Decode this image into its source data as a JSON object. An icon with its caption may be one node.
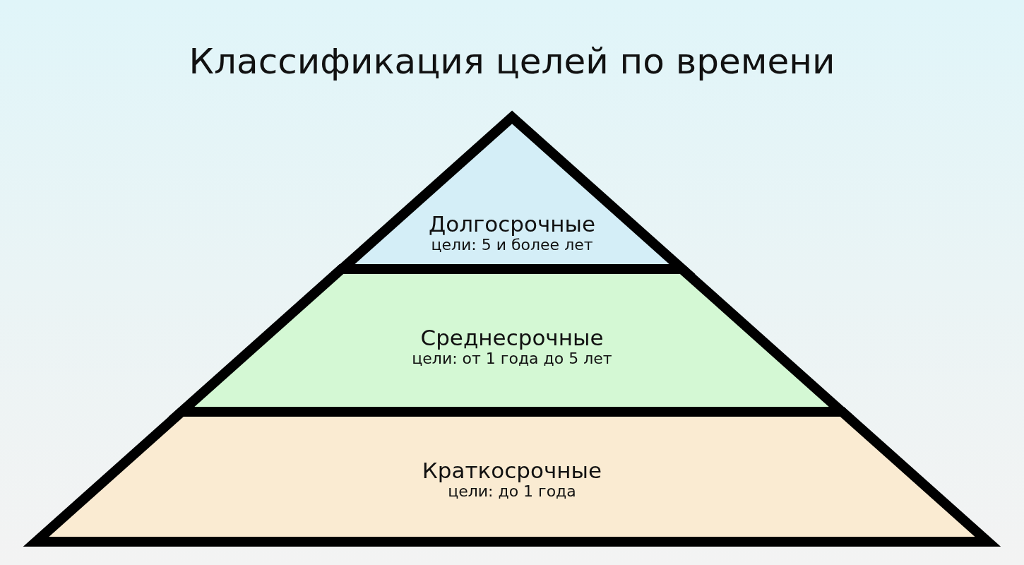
{
  "diagram": {
    "title": "Классификация целей по времени",
    "nodes": [
      {
        "text": [
          "Долгосрочные",
          "цели: 5 и более лет"
        ]
      },
      {
        "text": [
          "Среднесрочные",
          "цели: от 1 года до 5 лет"
        ]
      },
      {
        "text": [
          "Краткосрочные",
          "цели: до 1 года"
        ]
      }
    ]
  }
}
